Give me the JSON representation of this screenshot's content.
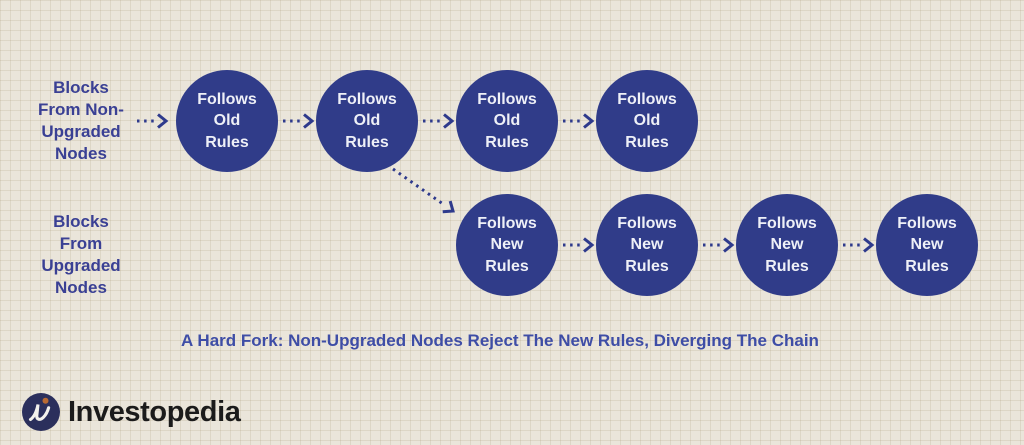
{
  "colors": {
    "bg": "#eae5da",
    "grid_line": "rgba(160,145,110,0.18)",
    "node_fill": "#303c89",
    "node_text": "#eef0f7",
    "label_text": "#3a4094",
    "caption_text": "#3e4da6",
    "arrow": "#2e3a8c",
    "logo_text": "#1b1b1b",
    "logo_circle": "#2b2f5c",
    "logo_dot": "#b96a33"
  },
  "rows": [
    {
      "label": "Blocks\nFrom Non-\nUpgraded\nNodes",
      "nodes": [
        "Follows\nOld\nRules",
        "Follows\nOld\nRules",
        "Follows\nOld\nRules",
        "Follows\nOld\nRules"
      ]
    },
    {
      "label": "Blocks\nFrom\nUpgraded\nNodes",
      "nodes": [
        "Follows\nNew\nRules",
        "Follows\nNew\nRules",
        "Follows\nNew\nRules",
        "Follows\nNew\nRules"
      ]
    }
  ],
  "caption": "A Hard Fork: Non-Upgraded Nodes Reject The New Rules, Diverging The Chain",
  "logo": {
    "text": "Investopedia",
    "icon": "investopedia-swoosh-i-icon"
  }
}
